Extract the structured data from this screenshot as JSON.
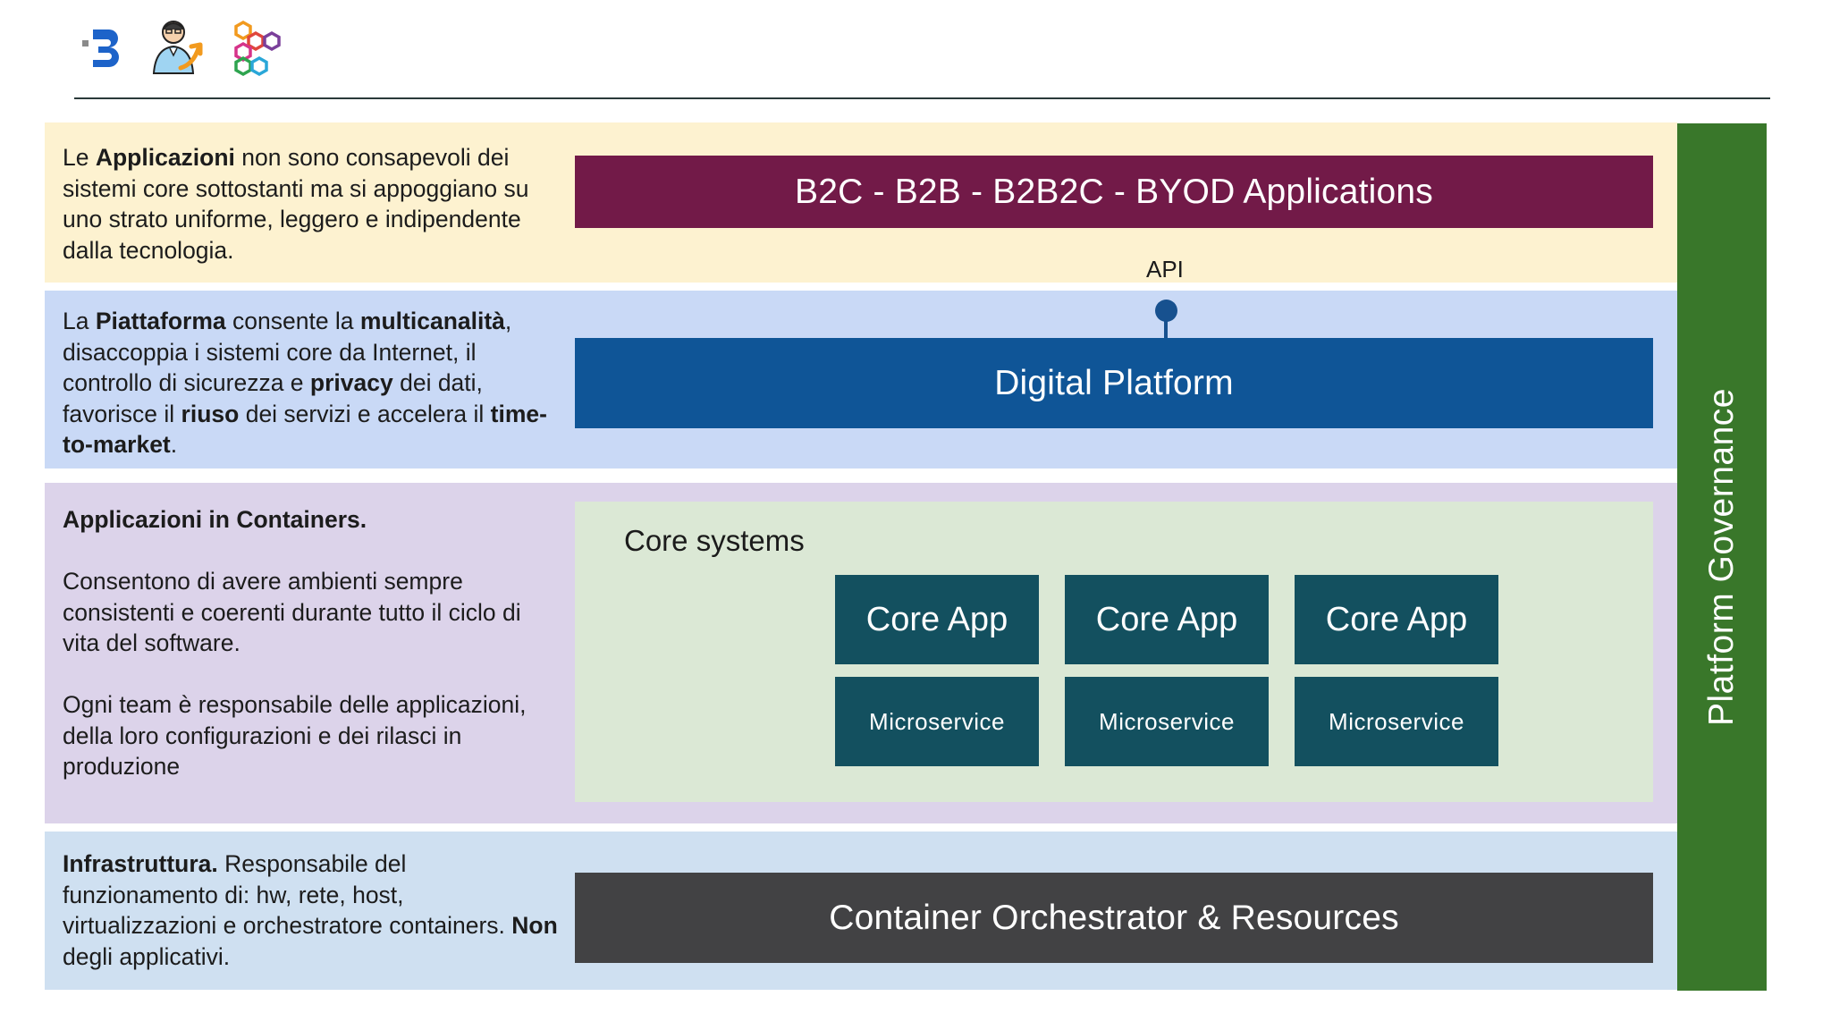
{
  "logos": [
    {
      "icon": "brand-b-logo"
    },
    {
      "icon": "person-illustration-icon"
    },
    {
      "icon": "hexagons-logo"
    }
  ],
  "colors": {
    "band_applications": "#fdf2d0",
    "band_platform": "#c9d9f6",
    "band_containers": "#dcd3ea",
    "band_infrastructure": "#cfe0f1",
    "apps_bar": "#721a48",
    "platform_bar": "#0f5597",
    "core_box": "#dbe8d5",
    "core_app": "#13505f",
    "orchestrator_bar": "#424244",
    "governance_bar": "#39772a"
  },
  "layers": {
    "applications": {
      "desc": [
        {
          "t": "Le "
        },
        {
          "t": "Applicazioni",
          "b": true
        },
        {
          "t": " non sono consapevoli dei sistemi core sottostanti ma si appoggiano su uno strato uniforme, leggero e indipendente dalla tecnologia."
        }
      ],
      "bar_label": "B2C - B2B - B2B2C - BYOD Applications"
    },
    "platform": {
      "desc": [
        {
          "t": "La "
        },
        {
          "t": "Piattaforma",
          "b": true
        },
        {
          "t": " consente la "
        },
        {
          "t": "multicanalità",
          "b": true
        },
        {
          "t": ", disaccoppia i sistemi core da Internet, il controllo di sicurezza e "
        },
        {
          "t": "privacy",
          "b": true
        },
        {
          "t": " dei dati, favorisce il "
        },
        {
          "t": "riuso",
          "b": true
        },
        {
          "t": " dei servizi e accelera il "
        },
        {
          "t": "time-to-market",
          "b": true
        },
        {
          "t": "."
        }
      ],
      "api_label": "API",
      "bar_label": "Digital Platform"
    },
    "containers": {
      "heading": "Applicazioni in Containers.",
      "para1": "Consentono di avere ambienti sempre consistenti e coerenti durante tutto il ciclo di vita del software.",
      "para2": "Ogni team è responsabile delle applicazioni, della loro configurazioni e dei rilasci in produzione",
      "core_title": "Core systems",
      "apps": [
        {
          "label": "Core App",
          "service": "Microservice"
        },
        {
          "label": "Core App",
          "service": "Microservice"
        },
        {
          "label": "Core App",
          "service": "Microservice"
        }
      ]
    },
    "infrastructure": {
      "desc": [
        {
          "t": "Infrastruttura.",
          "b": true
        },
        {
          "t": " Responsabile del funzionamento di: hw, rete, host, virtualizzazioni e orchestratore containers. "
        },
        {
          "t": "Non",
          "b": true
        },
        {
          "t": " degli applicativi."
        }
      ],
      "bar_label": "Container Orchestrator & Resources"
    }
  },
  "governance_label": "Platform Governance"
}
